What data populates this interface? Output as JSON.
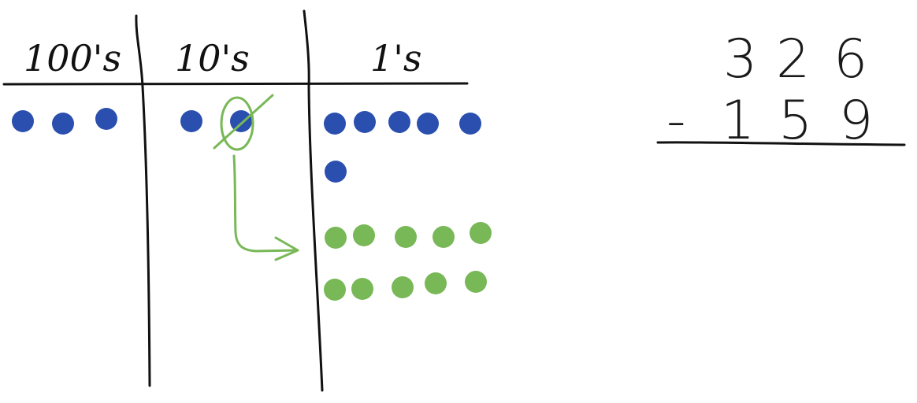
{
  "colors": {
    "ink": "#111111",
    "blue_dot": "#2a4fae",
    "green": "#78b857"
  },
  "place_value_chart": {
    "headers": {
      "hundreds": "100's",
      "tens": "10's",
      "ones": "1's"
    },
    "hundreds_dots": 3,
    "tens_dots": 2,
    "tens_dots_crossed_out": 1,
    "ones_blue_dots": 6,
    "ones_green_dots": 10
  },
  "problem": {
    "top_digits": [
      "3",
      "2",
      "6"
    ],
    "operator": "-",
    "bottom_digits": [
      "1",
      "5",
      "9"
    ]
  }
}
